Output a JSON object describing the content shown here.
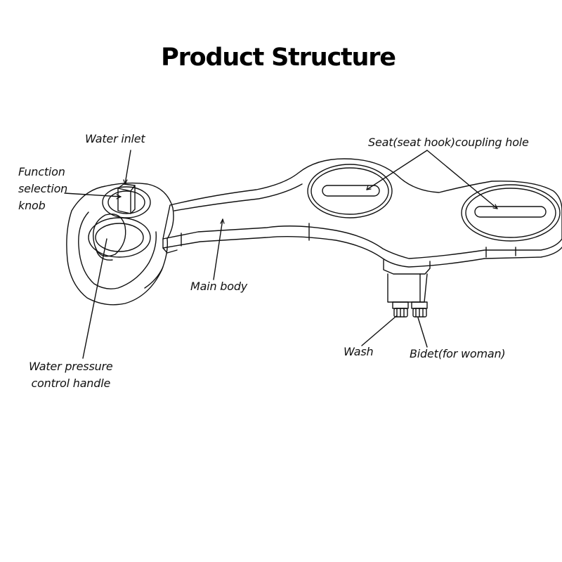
{
  "title": "Product Structure",
  "labels": {
    "water_inlet": "Water inlet",
    "function_knob": "Function\nselection\nknob",
    "seat_hole": "Seat(seat hook)coupling hole",
    "main_body": "Main body",
    "wash": "Wash",
    "bidet": "Bidet(for woman)",
    "pressure_handle": "Water pressure\ncontrol handle"
  },
  "colors": {
    "line": "#111111",
    "background": "#ffffff"
  }
}
